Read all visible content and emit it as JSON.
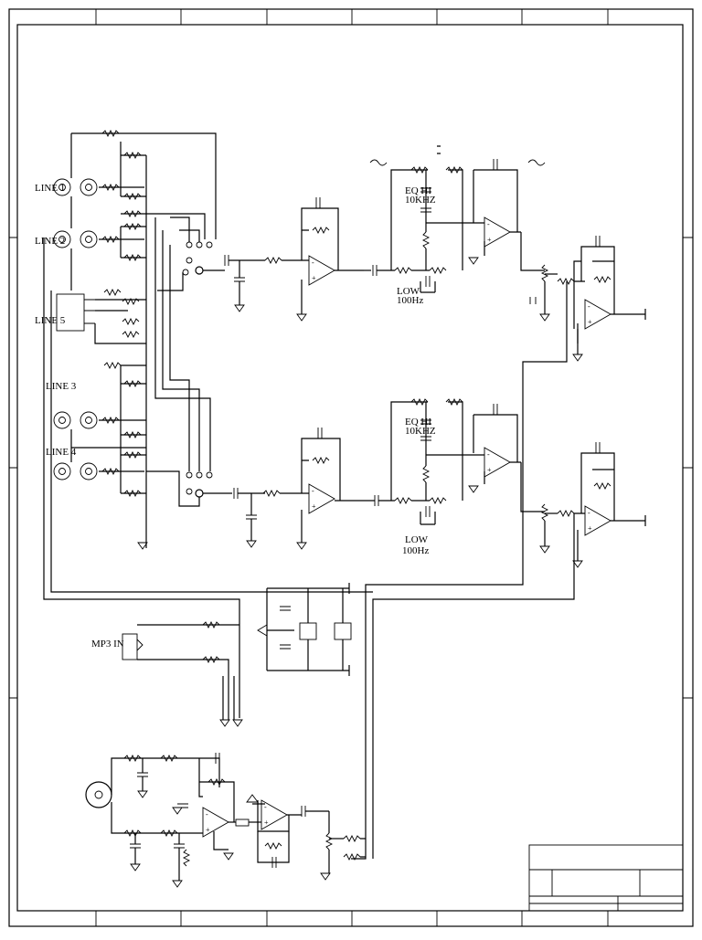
{
  "labels": {
    "line1": "LINE 1",
    "line2": "LINE 2",
    "line5": "LINE 5",
    "line3": "LINE 3",
    "line4": "LINE 4",
    "mp3in": "MP3 IN",
    "eq_hi_top": "EQ HI",
    "eq_hi_top_freq": "10KHZ",
    "eq_low_top": "LOW",
    "eq_low_top_freq": "100Hz",
    "eq_hi_bot": "EQ HI",
    "eq_hi_bot_freq": "10KHZ",
    "eq_low_bot": "LOW",
    "eq_low_bot_freq": "100Hz"
  }
}
